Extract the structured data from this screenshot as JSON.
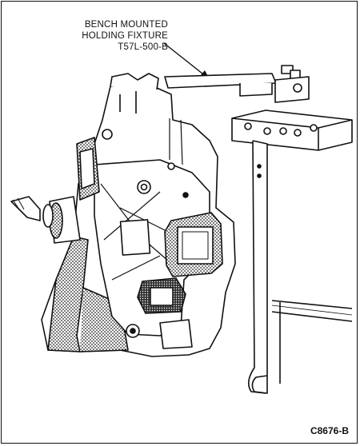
{
  "callout": {
    "line1": "BENCH MOUNTED",
    "line2": "HOLDING FIXTURE",
    "line3": "T57L-500-B"
  },
  "figure_id": "C8676-B"
}
